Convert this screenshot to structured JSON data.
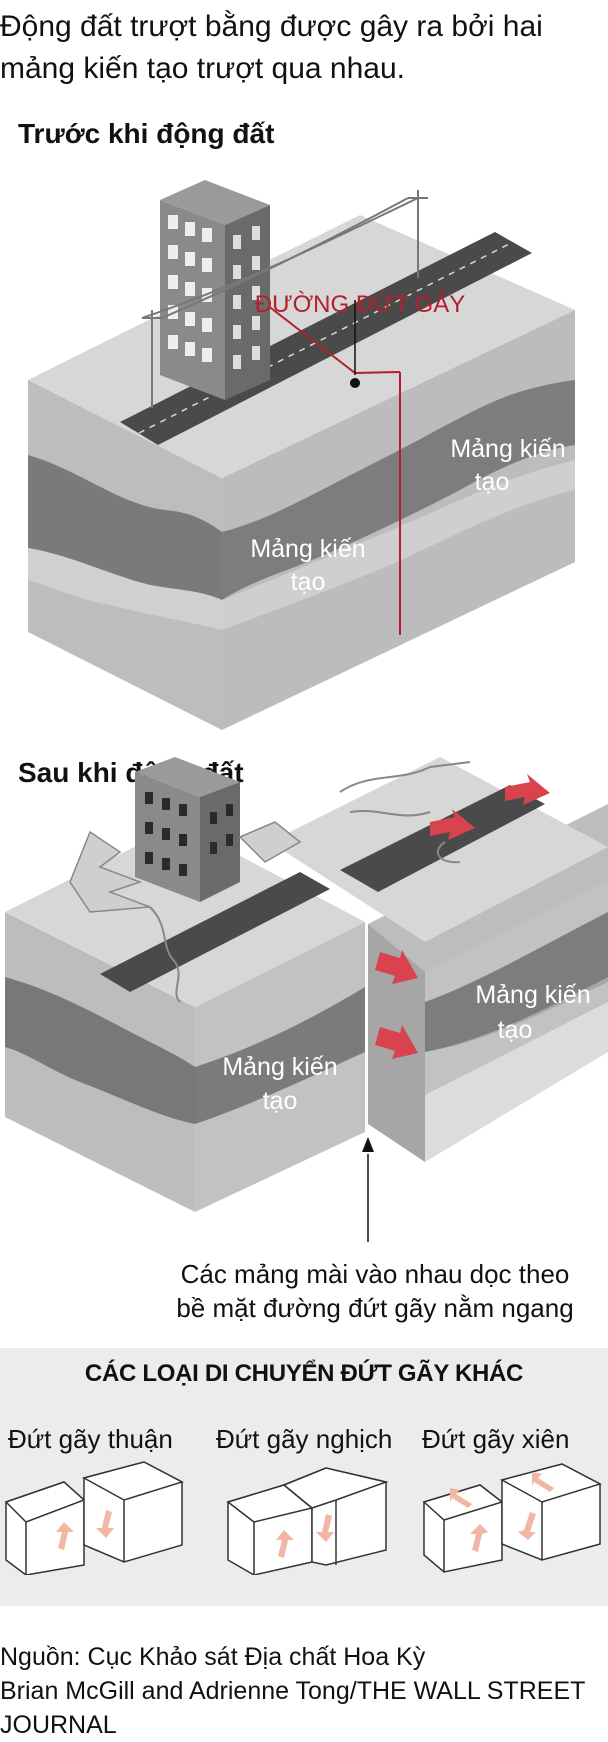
{
  "intro": {
    "line1": "Động đất trượt bằng được gây ra bởi hai",
    "line2": "mảng kiến tạo trượt qua nhau."
  },
  "before": {
    "title": "Trước khi động đất",
    "fault_label": "ĐƯỜNG ĐỨT GÃY",
    "plate_right": [
      "Mảng kiến",
      "tạo"
    ],
    "plate_left": [
      "Mảng kiến",
      "tạo"
    ]
  },
  "after": {
    "title": "Sau khi động đất",
    "plate_right": [
      "Mảng kiến",
      "tạo"
    ],
    "plate_left": [
      "Mảng kiến",
      "tạo"
    ],
    "note_line1": "Các mảng mài vào nhau dọc theo",
    "note_line2": "bề mặt đường đứt gãy nằm ngang"
  },
  "fault_types": {
    "title": "CÁC LOẠI DI CHUYỂN ĐỨT GÃY KHÁC",
    "items": [
      "Đứt gãy thuận",
      "Đứt gãy nghịch",
      "Đứt gãy xiên"
    ]
  },
  "source": {
    "line1": "Nguồn: Cục Khảo sát Địa chất Hoa Kỳ",
    "line2": "Brian McGill and Adrienne Tong/THE WALL STREET",
    "line3": "JOURNAL"
  },
  "colors": {
    "fault_red": "#b3202a",
    "arrow_red": "#d9434e",
    "panel_gray": "#ececec",
    "ground_top": "#d7d7d7"
  }
}
